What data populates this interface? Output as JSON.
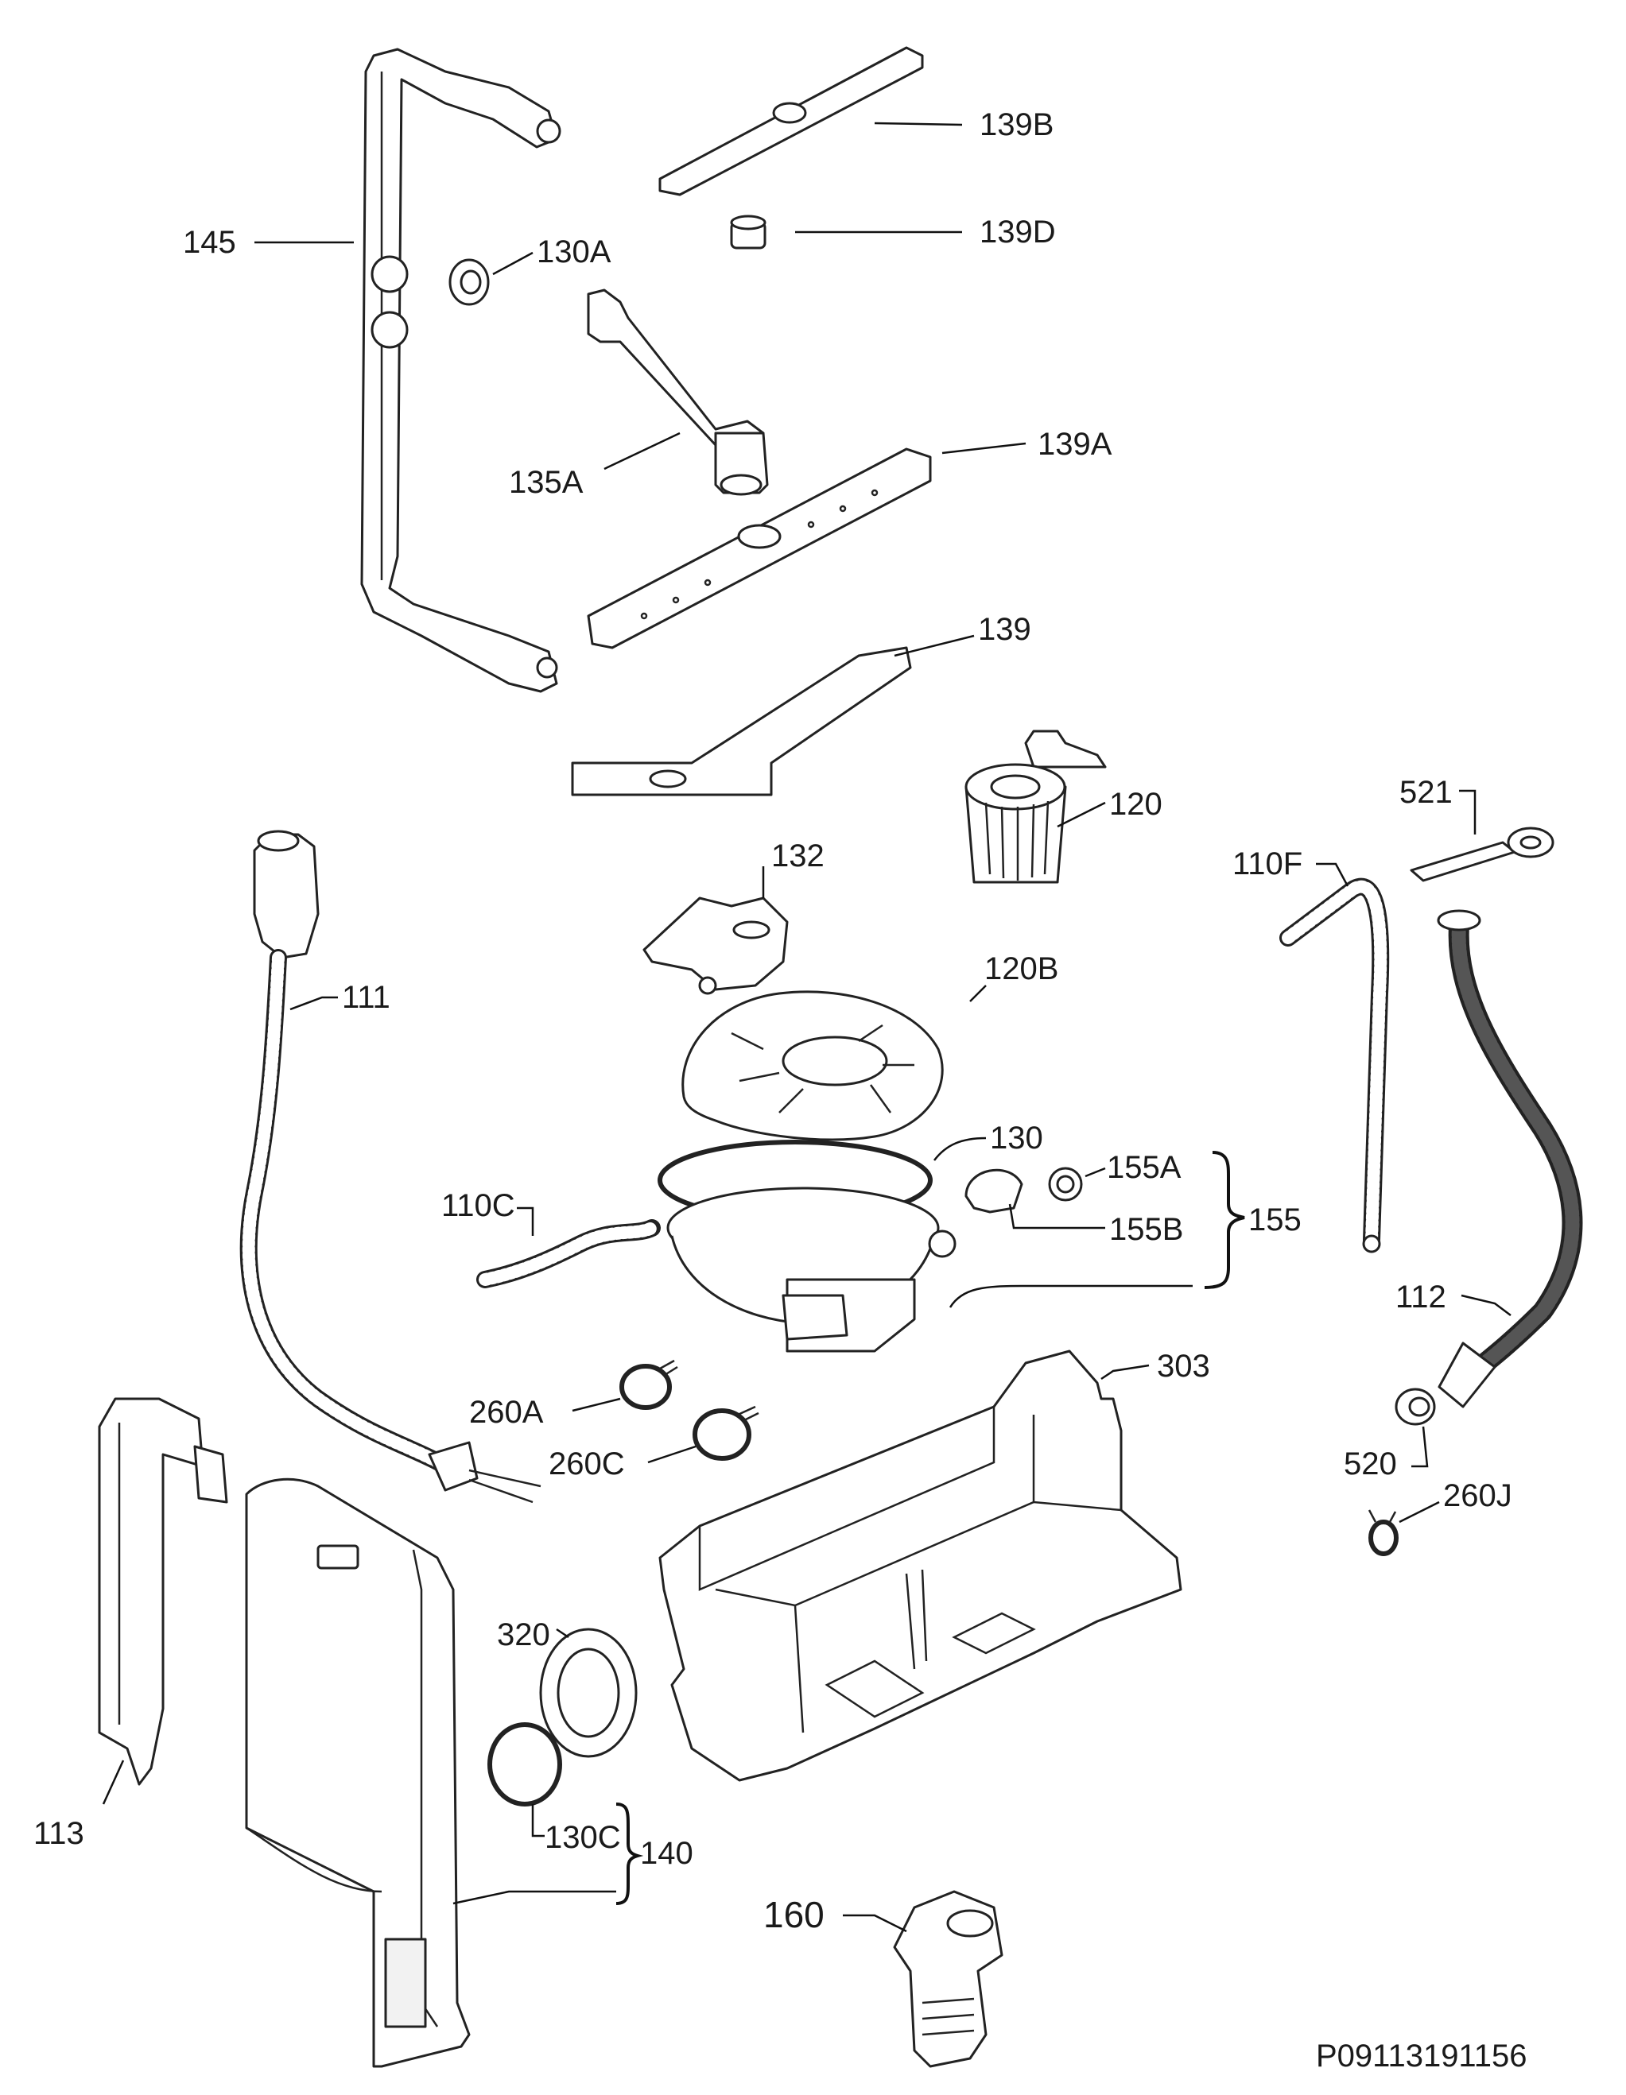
{
  "labels": {
    "p145": "145",
    "p130A": "130A",
    "p139B": "139B",
    "p139D": "139D",
    "p135A": "135A",
    "p139A": "139A",
    "p139": "139",
    "p120": "120",
    "p132": "132",
    "p111": "111",
    "p120B": "120B",
    "p521": "521",
    "p110F": "110F",
    "p130": "130",
    "p155A": "155A",
    "p155B": "155B",
    "p155": "155",
    "p110C": "110C",
    "p112": "112",
    "p303": "303",
    "p260A": "260A",
    "p260C": "260C",
    "p520": "520",
    "p260J": "260J",
    "p320": "320",
    "p113": "113",
    "p130C": "130C",
    "p140": "140",
    "p160": "160"
  },
  "drawing_code": "P09113191156"
}
